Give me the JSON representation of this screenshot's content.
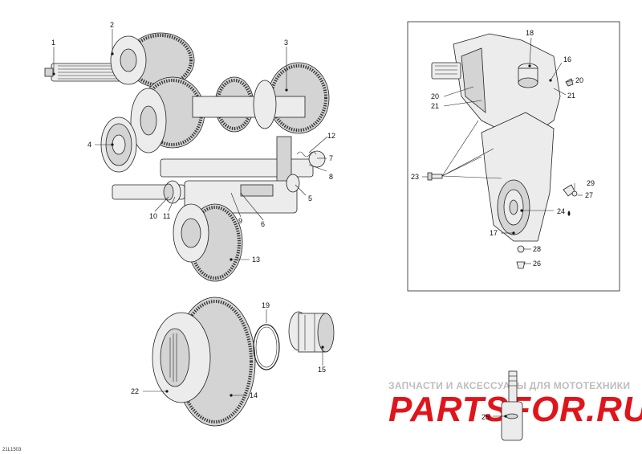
{
  "diagram": {
    "labels": [
      "1",
      "2",
      "3",
      "4",
      "5",
      "6",
      "7",
      "8",
      "9",
      "10",
      "11",
      "12",
      "13",
      "14",
      "15",
      "16",
      "17",
      "18",
      "19",
      "20",
      "21",
      "22",
      "23",
      "24",
      "25",
      "26",
      "27",
      "28",
      "29"
    ],
    "inset_labels": {
      "l16": "16",
      "l17": "17",
      "l18": "18",
      "l20a": "20",
      "l20b": "20",
      "l21a": "21",
      "l21b": "21",
      "l23": "23",
      "l24": "24",
      "l26": "26",
      "l27": "27",
      "l28": "28",
      "l29": "29"
    },
    "figure_code": "21L1503"
  },
  "watermark": {
    "subtitle": "ЗАПЧАСТИ И АКСЕССУАРЫ ДЛЯ МОТОТЕХНИКИ",
    "brand": "PARTSFOR.RU"
  }
}
